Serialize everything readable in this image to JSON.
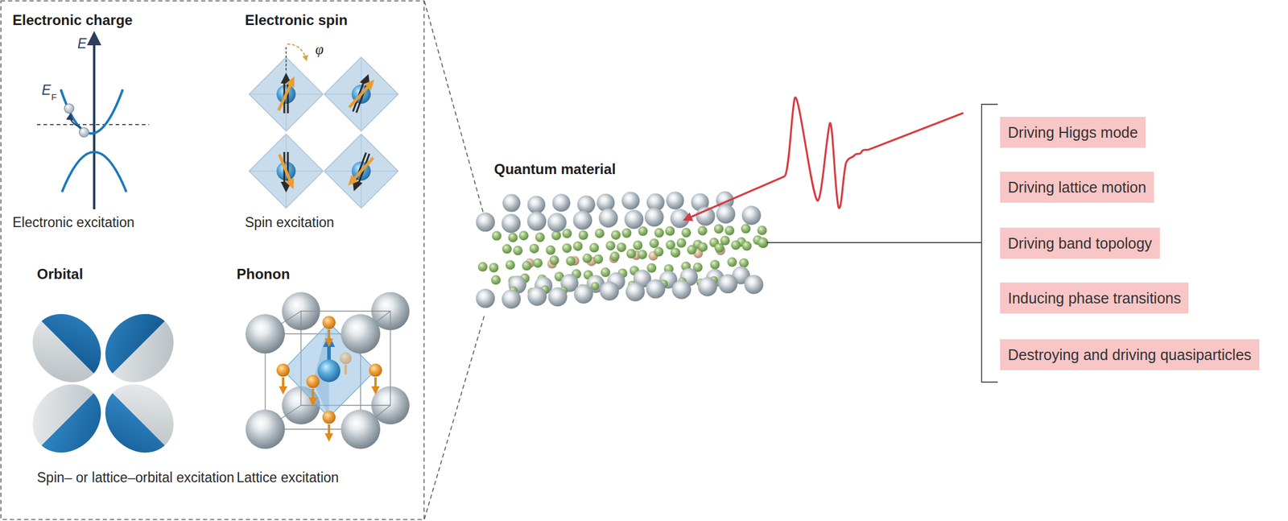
{
  "diagram": {
    "nodes": [
      {
        "text": [
          "Driving Higgs mode"
        ]
      },
      {
        "text": [
          "Driving lattice motion"
        ]
      },
      {
        "text": [
          "Driving band topology"
        ]
      },
      {
        "text": [
          "Inducing phase transitions"
        ]
      },
      {
        "text": [
          "Destroying and driving quasiparticles"
        ]
      }
    ],
    "labels": [
      "Electronic charge",
      "E",
      "E",
      "F",
      "Electronic excitation",
      "Electronic spin",
      "φ",
      "Spin excitation",
      "Orbital",
      "Spin– or lattice–orbital excitation",
      "Phonon",
      "Lattice excitation",
      "Quantum material"
    ]
  }
}
